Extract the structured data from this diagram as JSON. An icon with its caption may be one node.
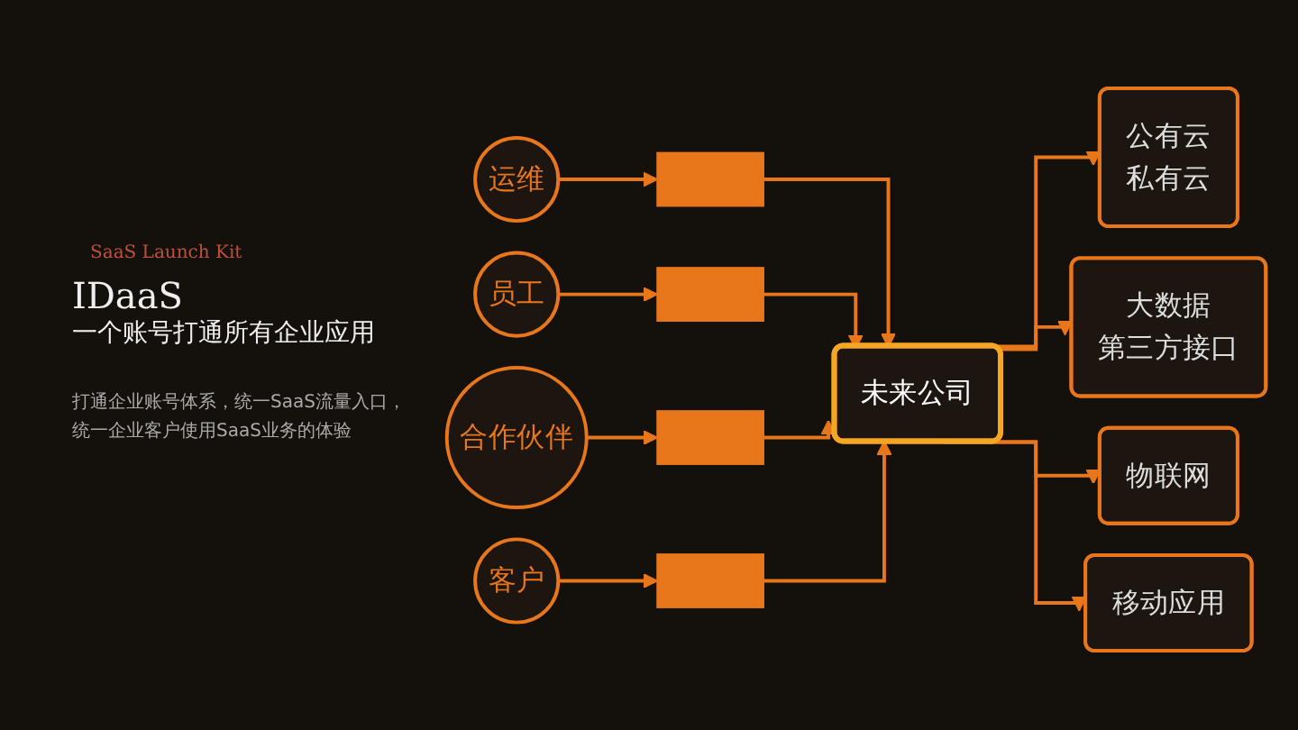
{
  "diagram": {
    "title": "IDaaS",
    "nodes": [
      {
        "text": [
          "运维"
        ]
      },
      {
        "text": [],
        "shape": "box"
      },
      {
        "text": [
          "员工"
        ]
      },
      {
        "text": [],
        "shape": "box"
      },
      {
        "text": [
          "合作伙伴"
        ]
      },
      {
        "text": [],
        "shape": "box"
      },
      {
        "text": [
          "客户"
        ]
      },
      {
        "text": [],
        "shape": "box"
      },
      {
        "text": [
          "未来公司"
        ]
      },
      {
        "text": [
          "公有云",
          "私有云"
        ]
      },
      {
        "text": [
          "大数据",
          "第三方接口"
        ]
      },
      {
        "text": [
          "物联网"
        ]
      },
      {
        "text": [
          "移动应用"
        ]
      }
    ],
    "edges": [
      {
        "from": 0,
        "to": 1,
        "arrow": "to"
      },
      {
        "from": 2,
        "to": 3,
        "arrow": "to"
      },
      {
        "from": 4,
        "to": 5,
        "arrow": "to"
      },
      {
        "from": 6,
        "to": 7,
        "arrow": "to"
      },
      {
        "from": 1,
        "to": 8,
        "arrow": "to"
      },
      {
        "from": 3,
        "to": 8,
        "arrow": "to"
      },
      {
        "from": 5,
        "to": 8,
        "arrow": "to"
      },
      {
        "from": 7,
        "to": 8,
        "arrow": "to"
      },
      {
        "from": 8,
        "to": 9,
        "arrow": "to"
      },
      {
        "from": 8,
        "to": 10,
        "arrow": "to"
      },
      {
        "from": 8,
        "to": 11,
        "arrow": "to"
      },
      {
        "from": 8,
        "to": 12,
        "arrow": "to"
      }
    ],
    "labels": [
      "SaaS Launch Kit",
      "一个账号打通所有企业应用",
      "打通企业账号体系，统一SaaS流量入口，统一企业客户使用SaaS业务的体验"
    ]
  }
}
